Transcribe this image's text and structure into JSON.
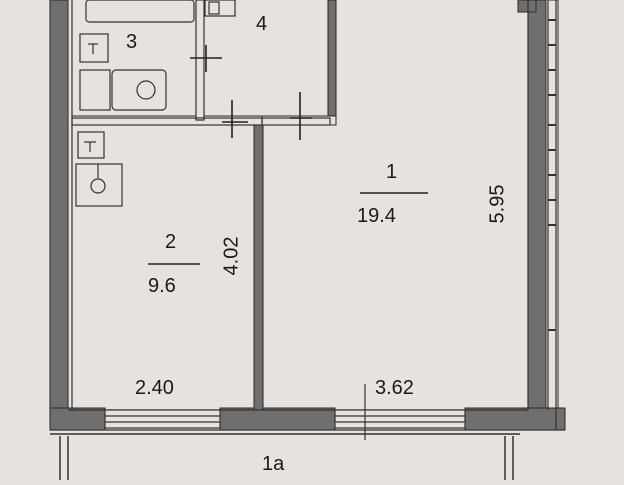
{
  "rooms": [
    {
      "id": "1",
      "area": "19.4"
    },
    {
      "id": "2",
      "area": "9.6"
    },
    {
      "id": "3",
      "area": ""
    },
    {
      "id": "4",
      "area": ""
    },
    {
      "id": "1a",
      "area": ""
    }
  ],
  "dimensions": {
    "room1_width": "3.62",
    "room1_length": "5.95",
    "room2_width": "2.40",
    "room2_length": "4.02"
  },
  "colors": {
    "paper": "#e4e3e2",
    "wall": "#6e6e6e",
    "line": "#222222"
  }
}
